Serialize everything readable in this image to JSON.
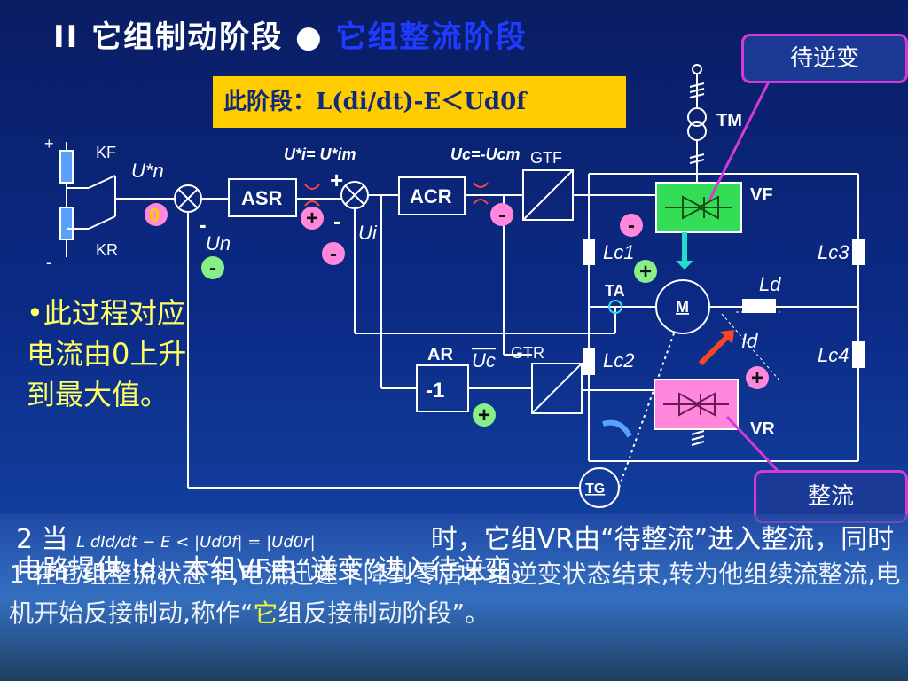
{
  "title": {
    "prefix": "II",
    "part1": "它组制动阶段",
    "bullet": "●",
    "part2": "它组整流阶段"
  },
  "formula_box": "此阶段：L(di/dt)-E＜Ud0f",
  "callouts": {
    "inverter_wait": "待逆变",
    "rectify": "整流"
  },
  "process_text": "•此过程对应电流由0上升到最大值。",
  "diagram": {
    "kf": "KF",
    "kr": "KR",
    "plus": "+",
    "minus": "-",
    "un_star": "U*n",
    "zero": "0",
    "asr": "ASR",
    "acr": "ACR",
    "gtf": "GTF",
    "gtr": "GTR",
    "ar": "AR",
    "neg_one": "-1",
    "ui_star_eq": "U*i= U*im",
    "uc_eq": "Uc=-Ucm",
    "un": "Un",
    "ui": "Ui",
    "uc_bar": "Uc",
    "tm": "TM",
    "vf": "VF",
    "vr": "VR",
    "ta": "TA",
    "m": "M",
    "tg": "TG",
    "lc1": "Lc1",
    "lc2": "Lc2",
    "lc3": "Lc3",
    "lc4": "Lc4",
    "ld": "Ld",
    "id": "Id"
  },
  "para2": {
    "start": "2 当",
    "formula": "L dId/dt − E < |Ud0f| = |Ud0r|",
    "end": "时，它组VR由“待整流”进入整流，同时电路提供-Id。本组VF由“逆变”进入待逆变。"
  },
  "para3": {
    "text": "1 在它组整流状态下,电流迅速下降到零后本组逆变状态结束,转为他组续流整流,电机开始反接制动,称作“",
    "highlight": "它",
    "tail": "组反接制动阶段”。"
  },
  "colors": {
    "title_blue": "#1e3cff",
    "box_yellow": "#ffcc00",
    "callout_border": "#d63ad6",
    "vf_green": "#33dd55",
    "vr_pink": "#ff88dd"
  }
}
